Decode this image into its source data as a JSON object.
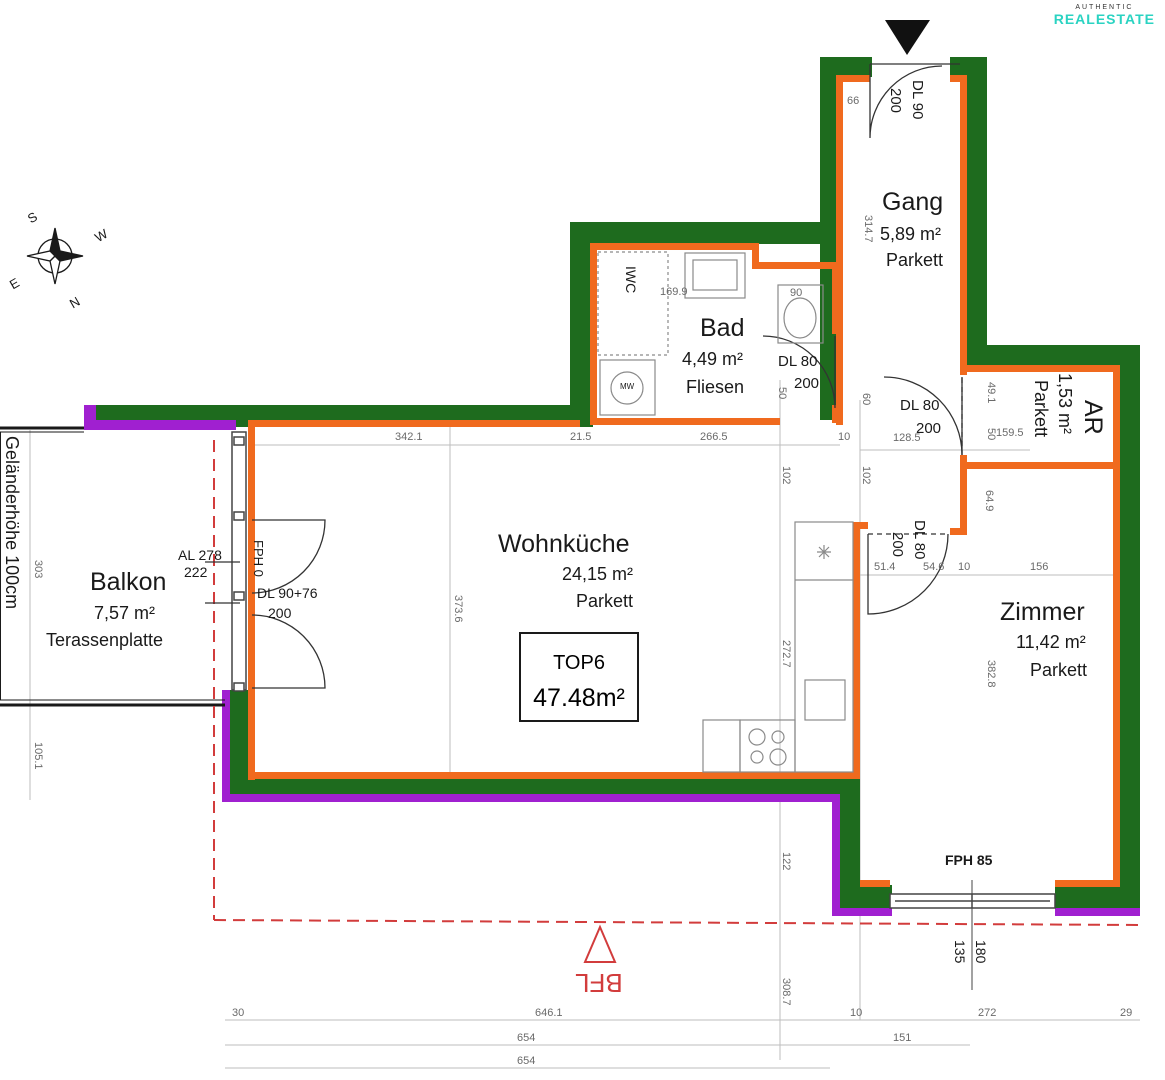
{
  "brand": {
    "line1": "AUTHENTIC",
    "line2": "REALESTATE"
  },
  "compass": {
    "s": "S",
    "w": "W",
    "e": "E",
    "n": "N"
  },
  "rooms": {
    "gang": {
      "name": "Gang",
      "area": "5,89 m²",
      "floor": "Parkett"
    },
    "bad": {
      "name": "Bad",
      "area": "4,49 m²",
      "floor": "Fliesen"
    },
    "wohn": {
      "name": "Wohnküche",
      "area": "24,15 m²",
      "floor": "Parkett"
    },
    "balkon": {
      "name": "Balkon",
      "area": "7,57 m²",
      "floor": "Terassenplatte"
    },
    "zimmer": {
      "name": "Zimmer",
      "area": "11,42 m²",
      "floor": "Parkett"
    },
    "ar": {
      "name": "AR",
      "area": "1,53 m²",
      "floor": "Parkett"
    }
  },
  "unit": {
    "name": "TOP6",
    "size": "47.48m²"
  },
  "railing": "Geländerhöhe 100cm",
  "doors": {
    "entry_dl": "DL 90",
    "entry_h": "200",
    "bad_dl": "DL 80",
    "bad_h": "200",
    "gang_dl": "DL 80",
    "gang_h": "200",
    "zimmer_dl": "DL 80",
    "zimmer_h": "200",
    "balkon_dl": "DL 90+76",
    "balkon_h": "200",
    "al": "AL 278",
    "al_h": "222",
    "fph0": "FPH 0",
    "fph85": "FPH 85",
    "win_w": "180",
    "win_h": "135"
  },
  "fixtures": {
    "iwc": "IWC",
    "mw": "MW"
  },
  "bfl": "BFL",
  "dims": {
    "d1": "342.1",
    "d2": "21.5",
    "d3": "266.5",
    "d4": "10",
    "d5": "128.5",
    "d6": "159.5",
    "d7": "169.9",
    "d8": "90",
    "d9": "60",
    "d10": "49.1",
    "d11": "314.7",
    "d12": "102",
    "d13": "102",
    "d14": "64.9",
    "d15": "51.4",
    "d16": "54.6",
    "d17": "10",
    "d18": "156",
    "d19": "373.6",
    "d20": "272.7",
    "d21": "382.8",
    "d22": "303",
    "d23": "105.1",
    "d24": "122",
    "d25": "308.7",
    "d26": "30",
    "d27": "646.1",
    "d28": "10",
    "d29": "272",
    "d30": "29",
    "d31": "654",
    "d32": "151",
    "d33": "654",
    "d34": "66",
    "d35": "50",
    "d36": "50"
  }
}
